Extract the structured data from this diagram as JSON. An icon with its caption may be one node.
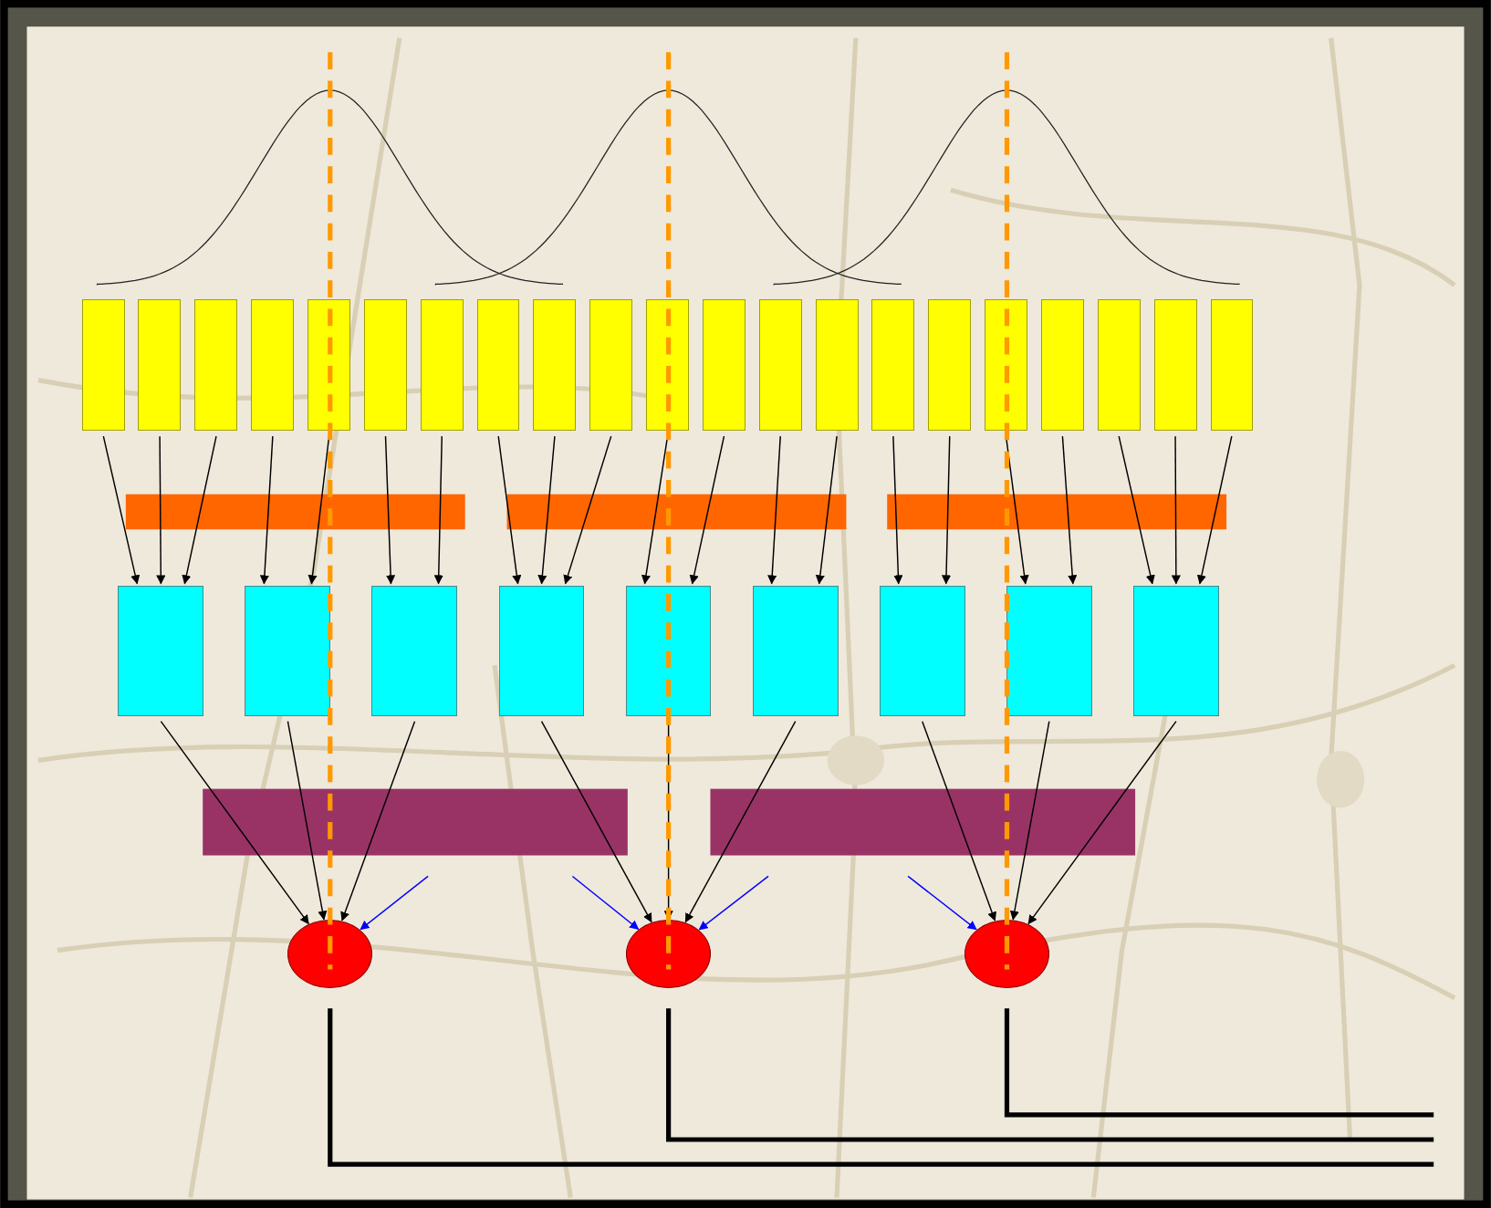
{
  "diagram": {
    "nodes": [
      {
        "text": [],
        "shape": "box"
      },
      {
        "text": [],
        "shape": "box"
      },
      {
        "text": [],
        "shape": "box"
      },
      {
        "text": [],
        "shape": "box"
      },
      {
        "text": [],
        "shape": "box"
      },
      {
        "text": [],
        "shape": "box"
      },
      {
        "text": [],
        "shape": "box"
      },
      {
        "text": [],
        "shape": "box"
      },
      {
        "text": [],
        "shape": "box"
      },
      {
        "text": [],
        "shape": "box"
      },
      {
        "text": [],
        "shape": "box"
      },
      {
        "text": [],
        "shape": "box"
      },
      {
        "text": [],
        "shape": "box"
      },
      {
        "text": [],
        "shape": "box"
      },
      {
        "text": [],
        "shape": "box"
      },
      {
        "text": [],
        "shape": "box"
      },
      {
        "text": [],
        "shape": "box"
      },
      {
        "text": [],
        "shape": "box"
      },
      {
        "text": [],
        "shape": "box"
      },
      {
        "text": [],
        "shape": "box"
      },
      {
        "text": [],
        "shape": "box"
      },
      {
        "text": [],
        "shape": "box"
      },
      {
        "text": [],
        "shape": "box"
      },
      {
        "text": [],
        "shape": "box"
      },
      {
        "text": [],
        "shape": "box"
      },
      {
        "text": [],
        "shape": "box"
      },
      {
        "text": [],
        "shape": "box"
      },
      {
        "text": [],
        "shape": "box"
      },
      {
        "text": [],
        "shape": "box"
      },
      {
        "text": [],
        "shape": "box"
      },
      {
        "text": [],
        "shape": "ellipse"
      },
      {
        "text": [],
        "shape": "ellipse"
      },
      {
        "text": [],
        "shape": "ellipse"
      }
    ],
    "edges": [
      {
        "from": 0,
        "to": 21,
        "arrow": "to"
      },
      {
        "from": 1,
        "to": 21,
        "arrow": "to"
      },
      {
        "from": 2,
        "to": 21,
        "arrow": "to"
      },
      {
        "from": 3,
        "to": 22,
        "arrow": "to"
      },
      {
        "from": 4,
        "to": 22,
        "arrow": "to"
      },
      {
        "from": 5,
        "to": 23,
        "arrow": "to"
      },
      {
        "from": 6,
        "to": 23,
        "arrow": "to"
      },
      {
        "from": 7,
        "to": 24,
        "arrow": "to"
      },
      {
        "from": 8,
        "to": 24,
        "arrow": "to"
      },
      {
        "from": 9,
        "to": 24,
        "arrow": "to"
      },
      {
        "from": 10,
        "to": 25,
        "arrow": "to"
      },
      {
        "from": 11,
        "to": 25,
        "arrow": "to"
      },
      {
        "from": 12,
        "to": 26,
        "arrow": "to"
      },
      {
        "from": 13,
        "to": 26,
        "arrow": "to"
      },
      {
        "from": 14,
        "to": 27,
        "arrow": "to"
      },
      {
        "from": 15,
        "to": 27,
        "arrow": "to"
      },
      {
        "from": 16,
        "to": 28,
        "arrow": "to"
      },
      {
        "from": 17,
        "to": 28,
        "arrow": "to"
      },
      {
        "from": 18,
        "to": 29,
        "arrow": "to"
      },
      {
        "from": 19,
        "to": 29,
        "arrow": "to"
      },
      {
        "from": 20,
        "to": 29,
        "arrow": "to"
      },
      {
        "from": 21,
        "to": 30,
        "arrow": "to"
      },
      {
        "from": 22,
        "to": 30,
        "arrow": "to"
      },
      {
        "from": 23,
        "to": 30,
        "arrow": "to"
      },
      {
        "from": 24,
        "to": 31,
        "arrow": "to"
      },
      {
        "from": 25,
        "to": 31,
        "arrow": "to"
      },
      {
        "from": 26,
        "to": 31,
        "arrow": "to"
      },
      {
        "from": 27,
        "to": 32,
        "arrow": "to"
      },
      {
        "from": 28,
        "to": 32,
        "arrow": "to"
      },
      {
        "from": 29,
        "to": 32,
        "arrow": "to"
      },
      {
        "from": null,
        "to": 30,
        "arrow": "to",
        "color": "#0000ff"
      },
      {
        "from": null,
        "to": 31,
        "arrow": "to",
        "color": "#0000ff"
      },
      {
        "from": null,
        "to": 31,
        "arrow": "to",
        "color": "#0000ff"
      },
      {
        "from": null,
        "to": 32,
        "arrow": "to",
        "color": "#0000ff"
      },
      {
        "from": 30,
        "to": null,
        "arrow": "none",
        "style": "thick"
      },
      {
        "from": 31,
        "to": null,
        "arrow": "none",
        "style": "thick"
      },
      {
        "from": 32,
        "to": null,
        "arrow": "none",
        "style": "thick"
      }
    ]
  }
}
